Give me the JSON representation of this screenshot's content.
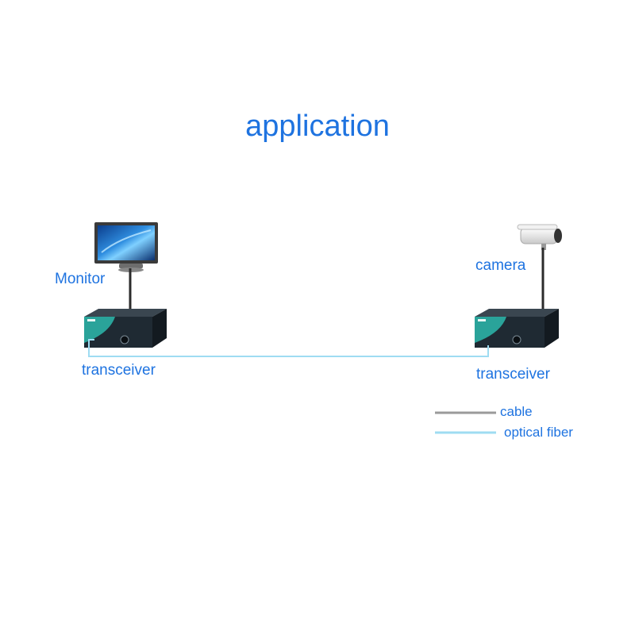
{
  "title": "application",
  "labels": {
    "monitor": "Monitor",
    "camera": "camera",
    "transceiver_left": "transceiver",
    "transceiver_right": "transceiver"
  },
  "legend": {
    "cable": "cable",
    "optical_fiber": "optical fiber"
  },
  "colors": {
    "text": "#1e73e0",
    "cable": "#9a9a9a",
    "optical_fiber": "#9fdcf2",
    "device_body": "#1f2a33",
    "device_accent": "#2aa39a"
  }
}
